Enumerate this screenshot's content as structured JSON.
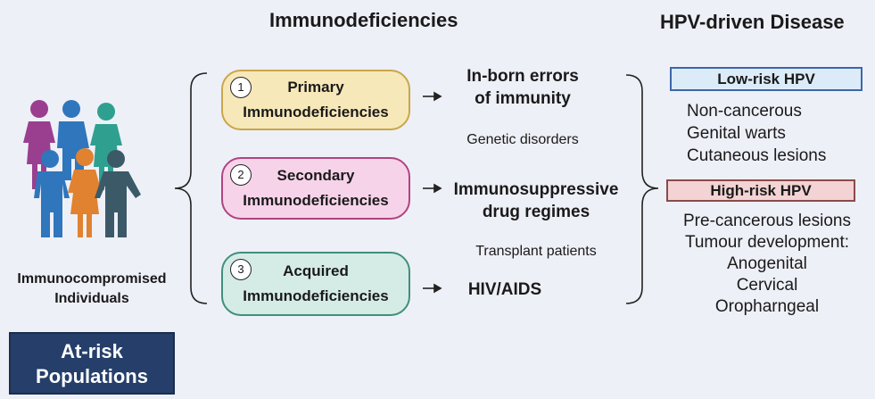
{
  "headings": {
    "immunodeficiencies": "Immunodeficiencies",
    "hpv_disease": "HPV-driven Disease"
  },
  "population": {
    "label_line1": "Immunocompromised",
    "label_line2": "Individuals",
    "at_risk_line1": "At-risk",
    "at_risk_line2": "Populations"
  },
  "categories": [
    {
      "number": "1",
      "line1": "Primary",
      "line2": "Immunodeficiencies",
      "fill": "#f7e8b9",
      "border": "#c9a64a",
      "outcome_line1": "In-born errors",
      "outcome_line2": "of immunity",
      "note": "Genetic disorders"
    },
    {
      "number": "2",
      "line1": "Secondary",
      "line2": "Immunodeficiencies",
      "fill": "#f7d3ea",
      "border": "#b0447f",
      "outcome_line1": "Immunosuppressive",
      "outcome_line2": "drug regimes",
      "note": "Transplant patients"
    },
    {
      "number": "3",
      "line1": "Acquired",
      "line2": "Immunodeficiencies",
      "fill": "#d5ece6",
      "border": "#3f8f7b",
      "outcome_line1": "HIV/AIDS",
      "outcome_line2": "",
      "note": ""
    }
  ],
  "hpv": {
    "low_risk": {
      "label": "Low-risk HPV",
      "fill": "#dcebf8",
      "border": "#3d66a8",
      "items": [
        "Non-cancerous",
        "Genital warts",
        "Cutaneous lesions"
      ]
    },
    "high_risk": {
      "label": "High-risk HPV",
      "fill": "#f3d3d3",
      "border": "#8a4a4a",
      "items": [
        "Pre-cancerous lesions",
        "Tumour development:",
        "Anogenital",
        "Cervical",
        "Oropharngeal"
      ]
    }
  },
  "colors": {
    "background": "#eef0f8",
    "at_risk_box": "#253f6a",
    "person_purple": "#9a3f8f",
    "person_blue": "#2f76bc",
    "person_teal": "#2fa090",
    "person_orange": "#e0822f",
    "person_slate": "#3c5968"
  },
  "icons": [
    "people-group-icon",
    "arrow-right-icon",
    "curly-brace-icon"
  ]
}
